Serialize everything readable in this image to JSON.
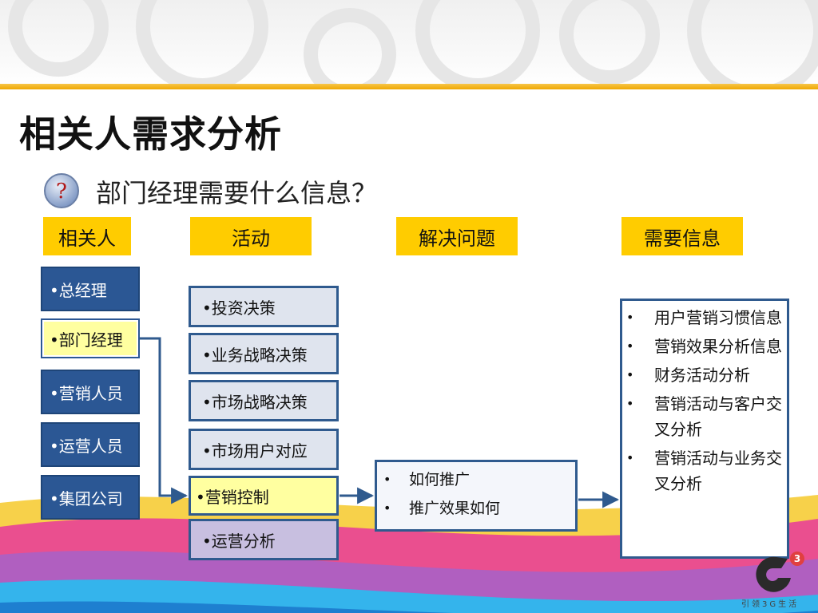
{
  "title": "相关人需求分析",
  "subtitle": "部门经理需要什么信息？",
  "headers": [
    "相关人",
    "活动",
    "解决问题",
    "需要信息"
  ],
  "stakeholders": [
    {
      "label": "•总经理"
    },
    {
      "label": "•部门经理",
      "selected": true
    },
    {
      "label": "•营销人员"
    },
    {
      "label": "•运营人员"
    },
    {
      "label": "•集团公司"
    }
  ],
  "activities": [
    {
      "label": "•投资决策"
    },
    {
      "label": "•业务战略决策"
    },
    {
      "label": "•市场战略决策"
    },
    {
      "label": "•市场用户对应"
    },
    {
      "label": "•营销控制",
      "selected": true
    },
    {
      "label": "•运营分析"
    }
  ],
  "problems": {
    "bullet": "•",
    "items": [
      "如何推广",
      "推广效果如何"
    ]
  },
  "info_needed": {
    "bullet": "•",
    "items": [
      "用户营销习惯信息",
      "营销效果分析信息",
      "财务活动分析",
      "营销活动与客户交叉分析",
      "营销活动与业务交叉分析"
    ]
  },
  "brand": {
    "slogan": "引领3G生活",
    "accent_color": "#ffcc00",
    "box_color": "#2b5794",
    "highlight_color": "#ffffa0"
  }
}
